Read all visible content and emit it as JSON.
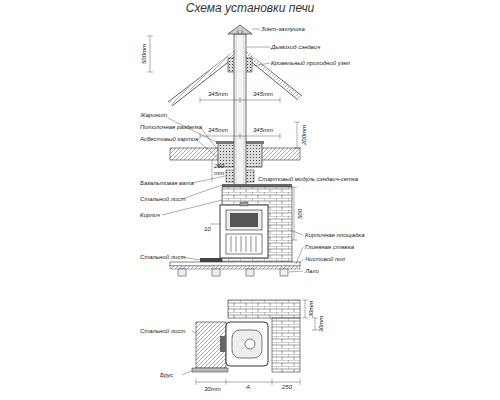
{
  "diagram": {
    "title": "Схема установки печи",
    "labels": [
      "500mm",
      "Зонт-заглушка",
      "Дымоход сэндвич",
      "Кровельный проходной узел",
      "Жаронит",
      "345mm",
      "345mm",
      "Потолочная разделка",
      "345mm",
      "345mm",
      "Асбестовый картон",
      "200mm",
      "260",
      "mm",
      "Базальтовая вата",
      "Стартовый модуль сэндвич-сетка",
      "Стальной лист",
      "500",
      "Кирпич",
      "10",
      "Кирпичная площадка",
      "Глиняная стяжка",
      "Чистовой пол",
      "Стальной лист",
      "Лаги",
      "30mm",
      "30mm",
      "Стальной лист",
      "Брус",
      "30mm",
      "A",
      "250"
    ]
  }
}
